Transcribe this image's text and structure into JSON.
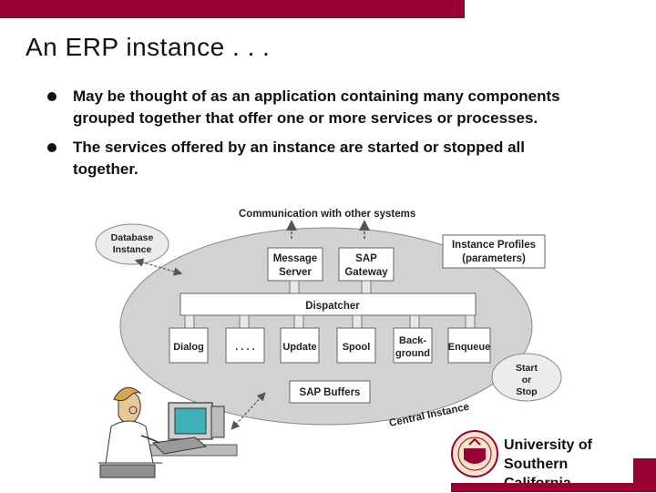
{
  "slide": {
    "title": "An ERP instance . . .",
    "bullets": [
      "May be thought of as an application containing many components grouped together that offer one or more services or processes.",
      "The services offered by an instance are started or stopped all together."
    ]
  },
  "diagram": {
    "communication_label": "Communication with other systems",
    "database_instance": [
      "Database",
      "Instance"
    ],
    "message_server": [
      "Message",
      "Server"
    ],
    "sap_gateway": [
      "SAP",
      "Gateway"
    ],
    "instance_profiles": [
      "Instance Profiles",
      "(parameters)"
    ],
    "dispatcher": "Dispatcher",
    "work_processes": [
      [
        "Dialog"
      ],
      [
        ". . . ."
      ],
      [
        "Update"
      ],
      [
        "Spool"
      ],
      [
        "Back-",
        "ground"
      ],
      [
        "Enqueue"
      ]
    ],
    "start_or_stop": [
      "Start",
      "or",
      "Stop"
    ],
    "sap_buffers": "SAP Buffers",
    "central_instance": "Central Instance"
  },
  "footer": {
    "university": [
      "University of",
      "Southern",
      "California"
    ]
  },
  "colors": {
    "accent": "#990033",
    "ellipse": "#d2d2d2",
    "box_fill": "#ffffff",
    "connector": "#e8e8e8"
  }
}
